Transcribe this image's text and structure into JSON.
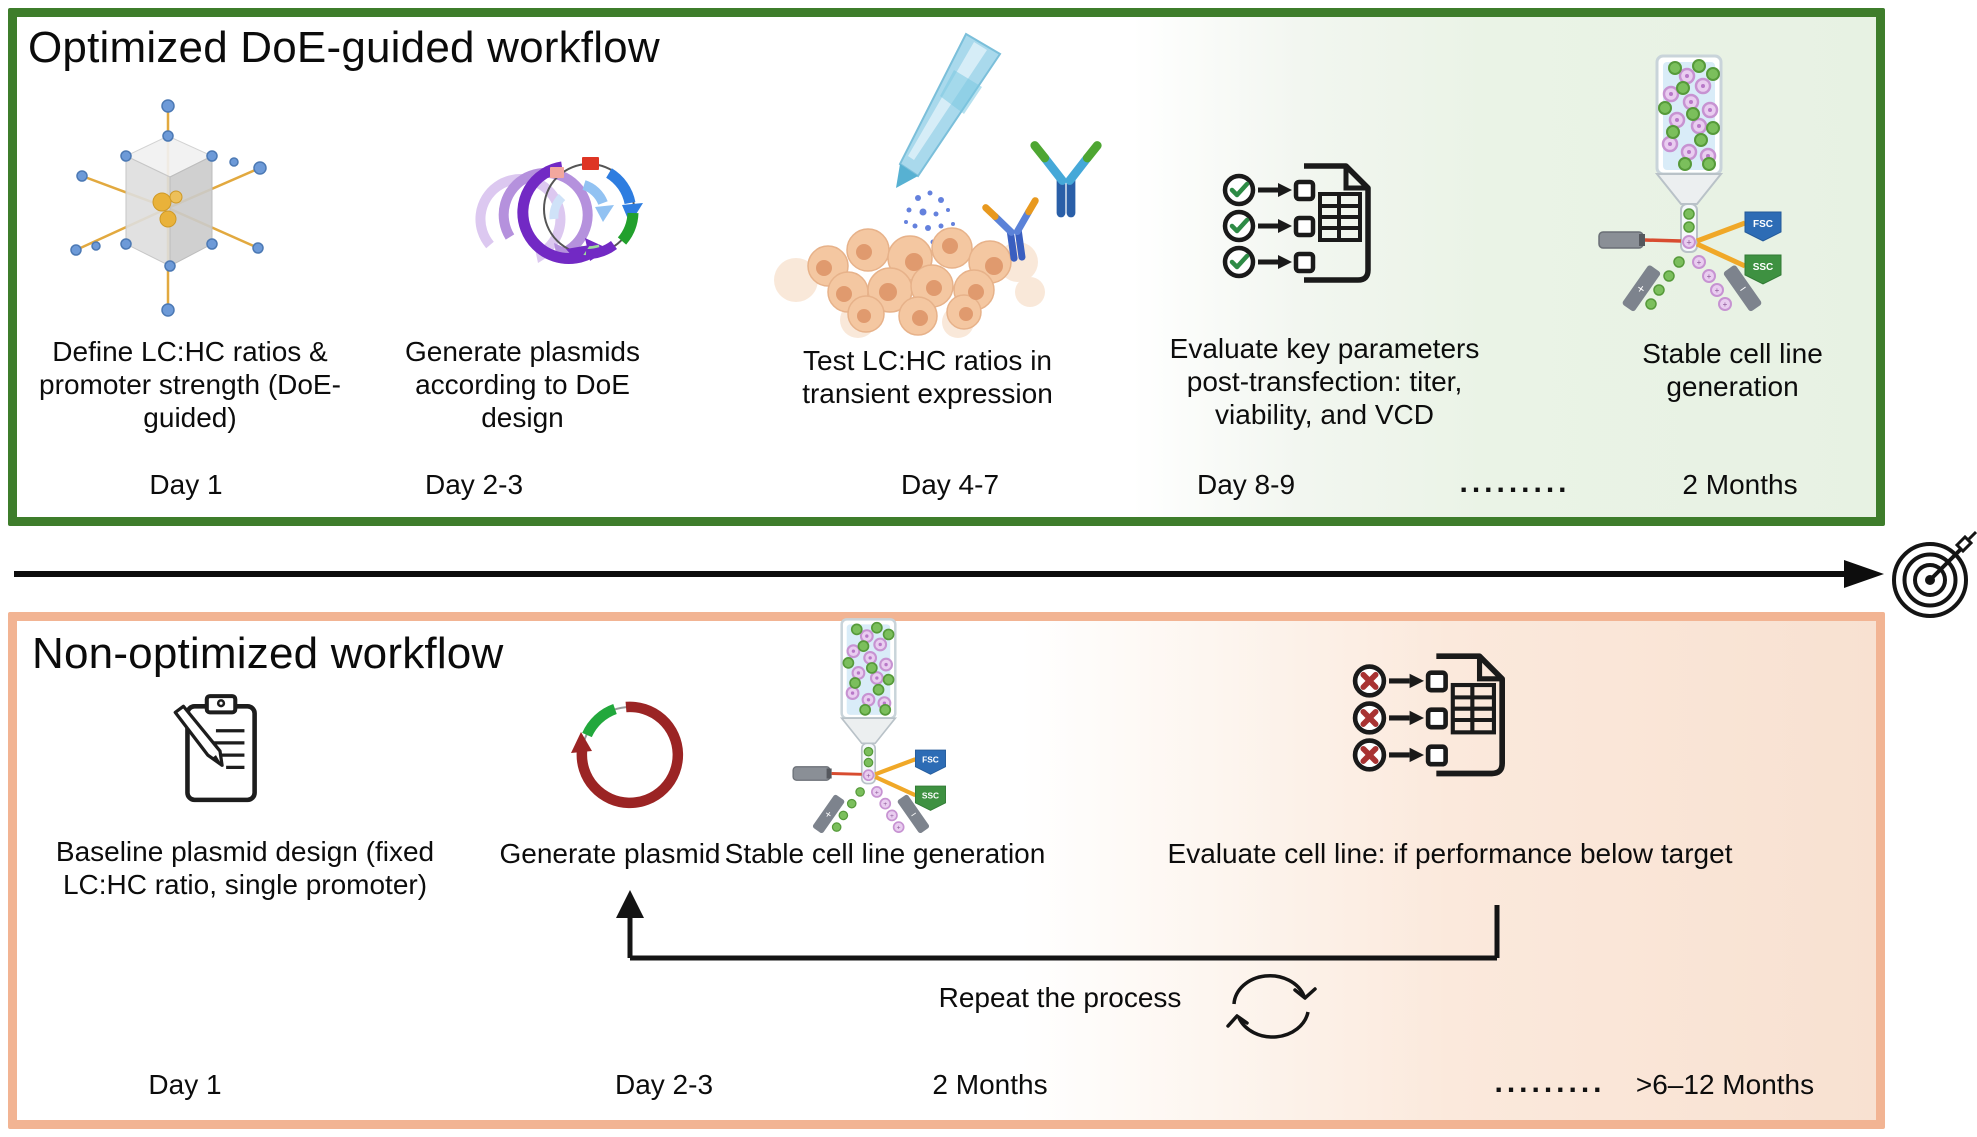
{
  "optimized": {
    "title": "Optimized DoE-guided workflow",
    "steps": [
      {
        "label": "Define LC:HC ratios & promoter strength (DoE-guided)",
        "time": "Day 1",
        "icon": "doe-cube-icon"
      },
      {
        "label": "Generate plasmids according to DoE design",
        "time": "Day 2-3",
        "icon": "plasmid-set-icon"
      },
      {
        "label": "Test LC:HC ratios in transient expression",
        "time": "Day 4-7",
        "icon": "transfection-cells-icon"
      },
      {
        "label": "Evaluate key parameters post-transfection: titer, viability, and VCD",
        "time": "Day 8-9",
        "icon": "checklist-pass-icon"
      },
      {
        "label": "Stable cell line generation",
        "time": "2 Months",
        "icon": "cell-sorter-icon"
      }
    ],
    "timeline_dots": "........."
  },
  "non_optimized": {
    "title": "Non-optimized workflow",
    "steps": [
      {
        "label": "Baseline plasmid design (fixed LC:HC ratio, single promoter)",
        "time": "Day 1",
        "icon": "clipboard-design-icon"
      },
      {
        "label": "Generate plasmid",
        "time": "Day 2-3",
        "icon": "single-plasmid-icon"
      },
      {
        "label": "Stable cell line generation",
        "time": "2 Months",
        "icon": "cell-sorter-icon"
      },
      {
        "label": "Evaluate cell line: if performance below target",
        "time": ">6–12 Months",
        "icon": "checklist-fail-icon"
      }
    ],
    "timeline_dots": ".........",
    "repeat_label": "Repeat the process"
  },
  "sorter": {
    "fsc_label": "FSC",
    "ssc_label": "SSC"
  },
  "colors": {
    "optimized_border": "#3e7d2b",
    "optimized_bg_tint": "#e7f2e3",
    "non_optimized_border": "#f2b493",
    "non_optimized_bg_tint": "#f8e1d1",
    "check_green": "#2e8b46",
    "cross_red": "#a83232",
    "plasmid_red": "#9b2424",
    "plasmid_green": "#22a83c",
    "fsc_tag_blue": "#2d6cb5",
    "ssc_tag_green": "#3e9141"
  }
}
